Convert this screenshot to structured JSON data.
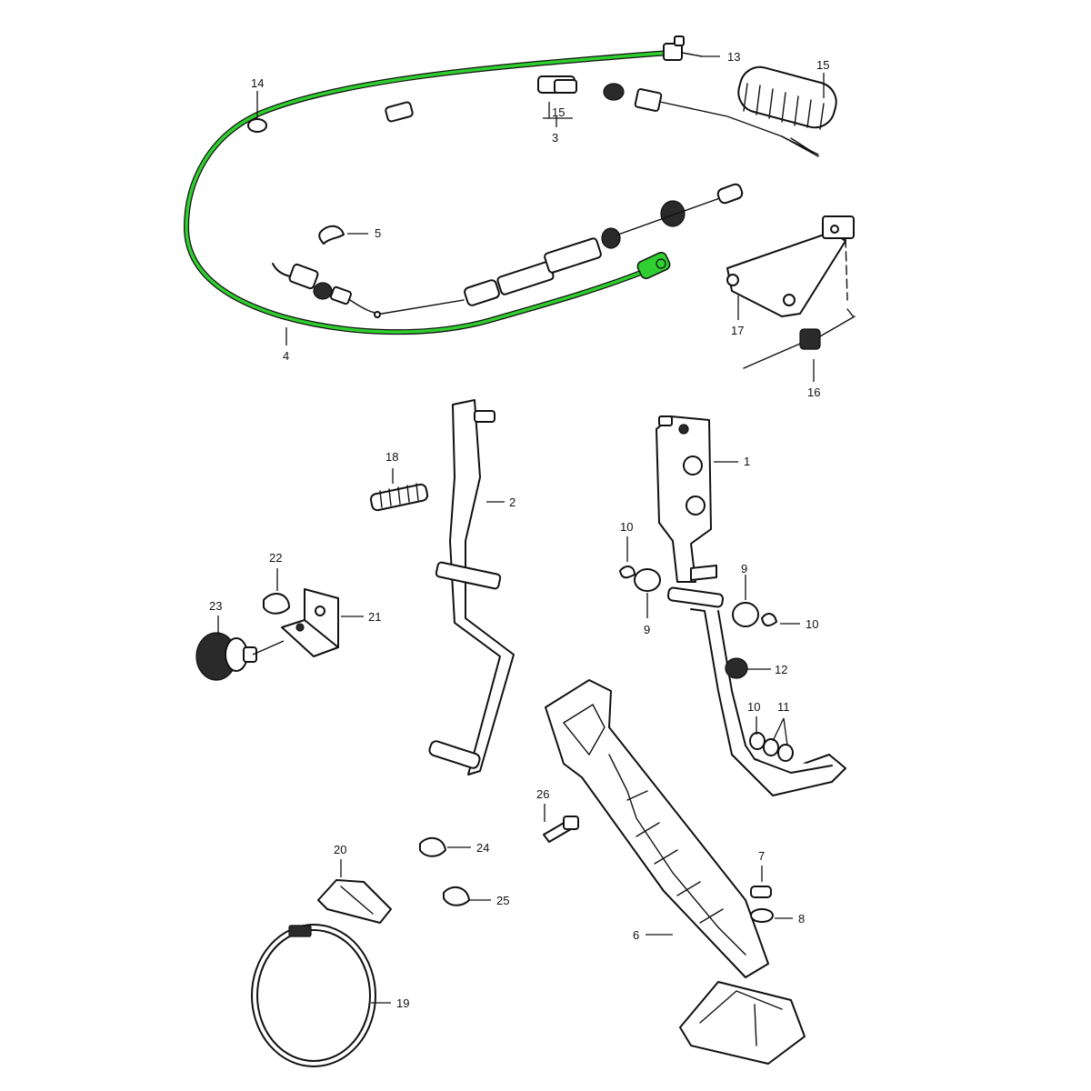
{
  "highlight_color": "#2fcf2f",
  "outline_color": "#111111",
  "highlighted_part": "4",
  "callouts": [
    {
      "id": "c1",
      "label": "1"
    },
    {
      "id": "c2",
      "label": "2"
    },
    {
      "id": "c3",
      "label": "3"
    },
    {
      "id": "c4",
      "label": "4"
    },
    {
      "id": "c5",
      "label": "5"
    },
    {
      "id": "c6",
      "label": "6"
    },
    {
      "id": "c7",
      "label": "7"
    },
    {
      "id": "c8",
      "label": "8"
    },
    {
      "id": "c9a",
      "label": "9"
    },
    {
      "id": "c9b",
      "label": "9"
    },
    {
      "id": "c10a",
      "label": "10"
    },
    {
      "id": "c10b",
      "label": "10"
    },
    {
      "id": "c10c",
      "label": "10"
    },
    {
      "id": "c11",
      "label": "11"
    },
    {
      "id": "c12",
      "label": "12"
    },
    {
      "id": "c13",
      "label": "13"
    },
    {
      "id": "c14",
      "label": "14"
    },
    {
      "id": "c15a",
      "label": "15"
    },
    {
      "id": "c15b",
      "label": "15"
    },
    {
      "id": "c16",
      "label": "16"
    },
    {
      "id": "c17",
      "label": "17"
    },
    {
      "id": "c18",
      "label": "18"
    },
    {
      "id": "c19",
      "label": "19"
    },
    {
      "id": "c20",
      "label": "20"
    },
    {
      "id": "c21",
      "label": "21"
    },
    {
      "id": "c22",
      "label": "22"
    },
    {
      "id": "c23",
      "label": "23"
    },
    {
      "id": "c24",
      "label": "24"
    },
    {
      "id": "c25",
      "label": "25"
    },
    {
      "id": "c26",
      "label": "26"
    }
  ]
}
